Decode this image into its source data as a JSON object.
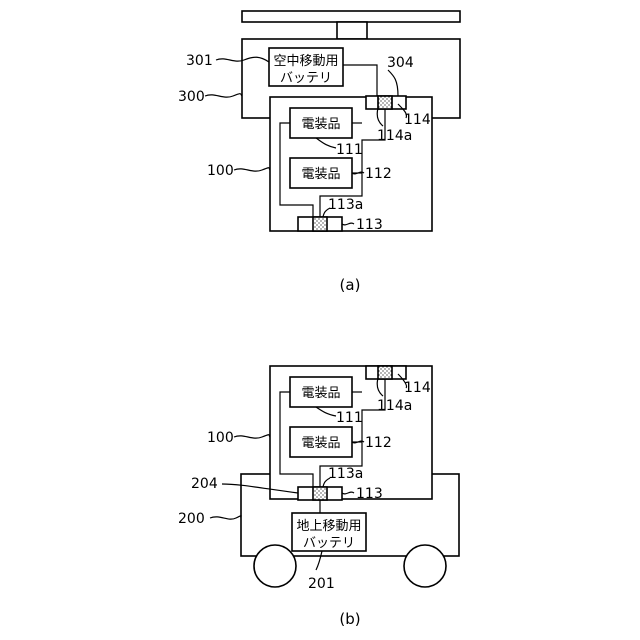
{
  "figure_a": {
    "caption": "(a)",
    "ref_300": "300",
    "ref_301": "301",
    "ref_304": "304",
    "ref_100": "100",
    "ref_111": "111",
    "ref_112": "112",
    "ref_113": "113",
    "ref_113a": "113a",
    "ref_114": "114",
    "ref_114a": "114a",
    "battery_line1": "空中移動用",
    "battery_line2": "バッテリ",
    "component_1": "電装品",
    "component_2": "電装品"
  },
  "figure_b": {
    "caption": "(b)",
    "ref_200": "200",
    "ref_201": "201",
    "ref_204": "204",
    "ref_100": "100",
    "ref_111": "111",
    "ref_112": "112",
    "ref_113": "113",
    "ref_113a": "113a",
    "ref_114": "114",
    "ref_114a": "114a",
    "battery_line1": "地上移動用",
    "battery_line2": "バッテリ",
    "component_1": "電装品",
    "component_2": "電装品"
  }
}
